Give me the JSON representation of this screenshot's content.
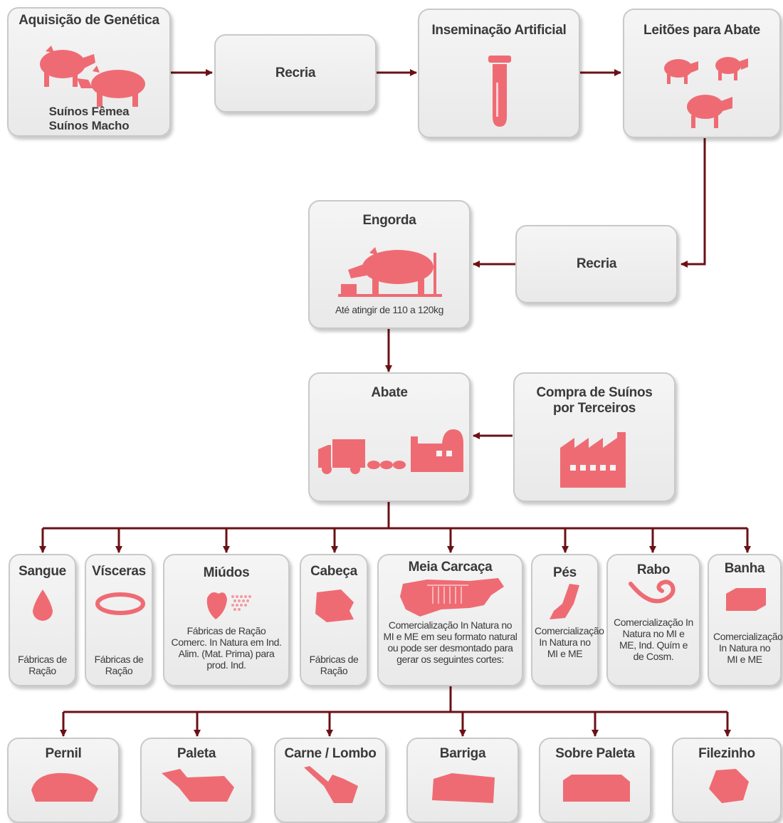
{
  "colors": {
    "accent": "#ef6b73",
    "arrow": "#6b1016"
  },
  "boxes": {
    "aquisicao": {
      "title": "Aquisição de Genética",
      "caption1": "Suínos Fêmea",
      "caption2": "Suínos Macho",
      "icon": "two-pigs-icon"
    },
    "recria1": {
      "title": "Recria"
    },
    "inseminacao": {
      "title": "Inseminação Artificial",
      "icon": "test-tube-icon"
    },
    "leitoes": {
      "title": "Leitões para Abate",
      "icon": "piglets-icon"
    },
    "recria2": {
      "title": "Recria"
    },
    "engorda": {
      "title": "Engorda",
      "caption": "Até atingir de 110 a 120kg",
      "icon": "pig-feeding-icon"
    },
    "abate": {
      "title": "Abate",
      "icon": "truck-to-slaughterhouse-icon"
    },
    "compra": {
      "title": "Compra de Suínos por Terceiros",
      "icon": "factory-icon"
    }
  },
  "byproducts": [
    {
      "title": "Sangue",
      "caption": "Fábricas de Ração",
      "icon": "blood-drop-icon"
    },
    {
      "title": "Vísceras",
      "caption": "Fábricas de Ração",
      "icon": "intestine-icon"
    },
    {
      "title": "Miúdos",
      "caption": "Fábricas de Ração Comerc. In Natura em Ind. Alim. (Mat. Prima) para prod. Ind.",
      "icon": "heart-organ-icon"
    },
    {
      "title": "Cabeça",
      "caption": "Fábricas de Ração",
      "icon": "pig-head-icon"
    },
    {
      "title": "Meia Carcaça",
      "caption": "Comercialização In Natura no MI e ME em seu formato natural ou pode ser desmontado para gerar os seguintes cortes:",
      "icon": "half-carcass-icon"
    },
    {
      "title": "Pés",
      "caption": "Comercialização In Natura no MI e ME",
      "icon": "pig-foot-icon"
    },
    {
      "title": "Rabo",
      "caption": "Comercialização In Natura no MI e ME, Ind. Quím e de Cosm.",
      "icon": "pig-tail-icon"
    },
    {
      "title": "Banha",
      "caption": "Comercialização In Natura no MI e ME",
      "icon": "lard-block-icon"
    }
  ],
  "cuts": [
    {
      "title": "Pernil",
      "icon": "ham-cut-icon"
    },
    {
      "title": "Paleta",
      "icon": "shoulder-cut-icon"
    },
    {
      "title": "Carne / Lombo",
      "icon": "loin-cut-icon"
    },
    {
      "title": "Barriga",
      "icon": "belly-cut-icon"
    },
    {
      "title": "Sobre Paleta",
      "icon": "shoulder-top-cut-icon"
    },
    {
      "title": "Filezinho",
      "icon": "tenderloin-cut-icon"
    }
  ]
}
